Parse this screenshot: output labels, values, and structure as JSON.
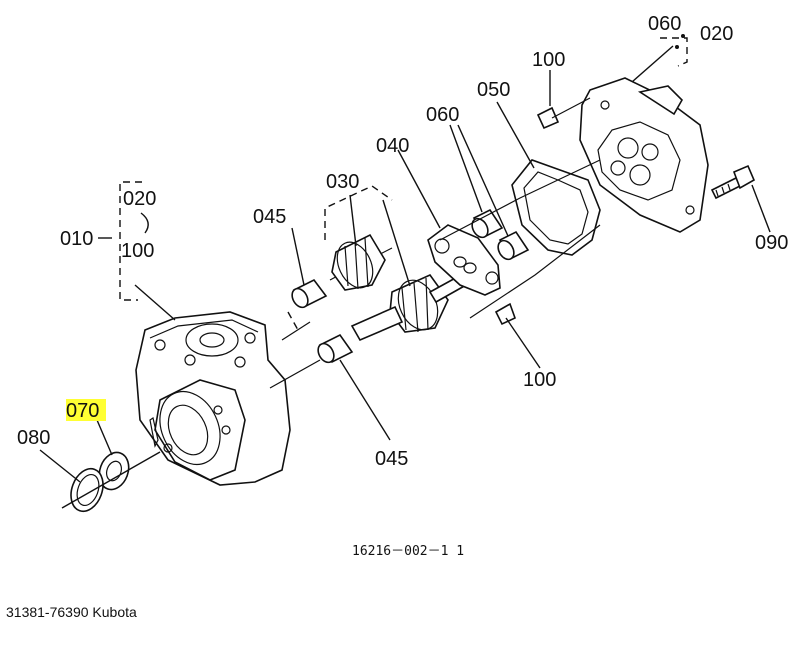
{
  "diagram": {
    "labels": {
      "p060_top": "060",
      "p020_top": "020",
      "p100_top": "100",
      "p050": "050",
      "p060_mid": "060",
      "p040": "040",
      "p030": "030",
      "p045_top": "045",
      "p020_left": "020",
      "p010": "010",
      "p100_left": "100",
      "p090": "090",
      "p100_bottom": "100",
      "p045_bottom": "045",
      "p070": "070",
      "p080": "080"
    },
    "highlighted_part": "070",
    "highlight_color": "#ffff33",
    "drawing_number": "16216－002－1 1"
  },
  "caption": "31381-76390 Kubota"
}
